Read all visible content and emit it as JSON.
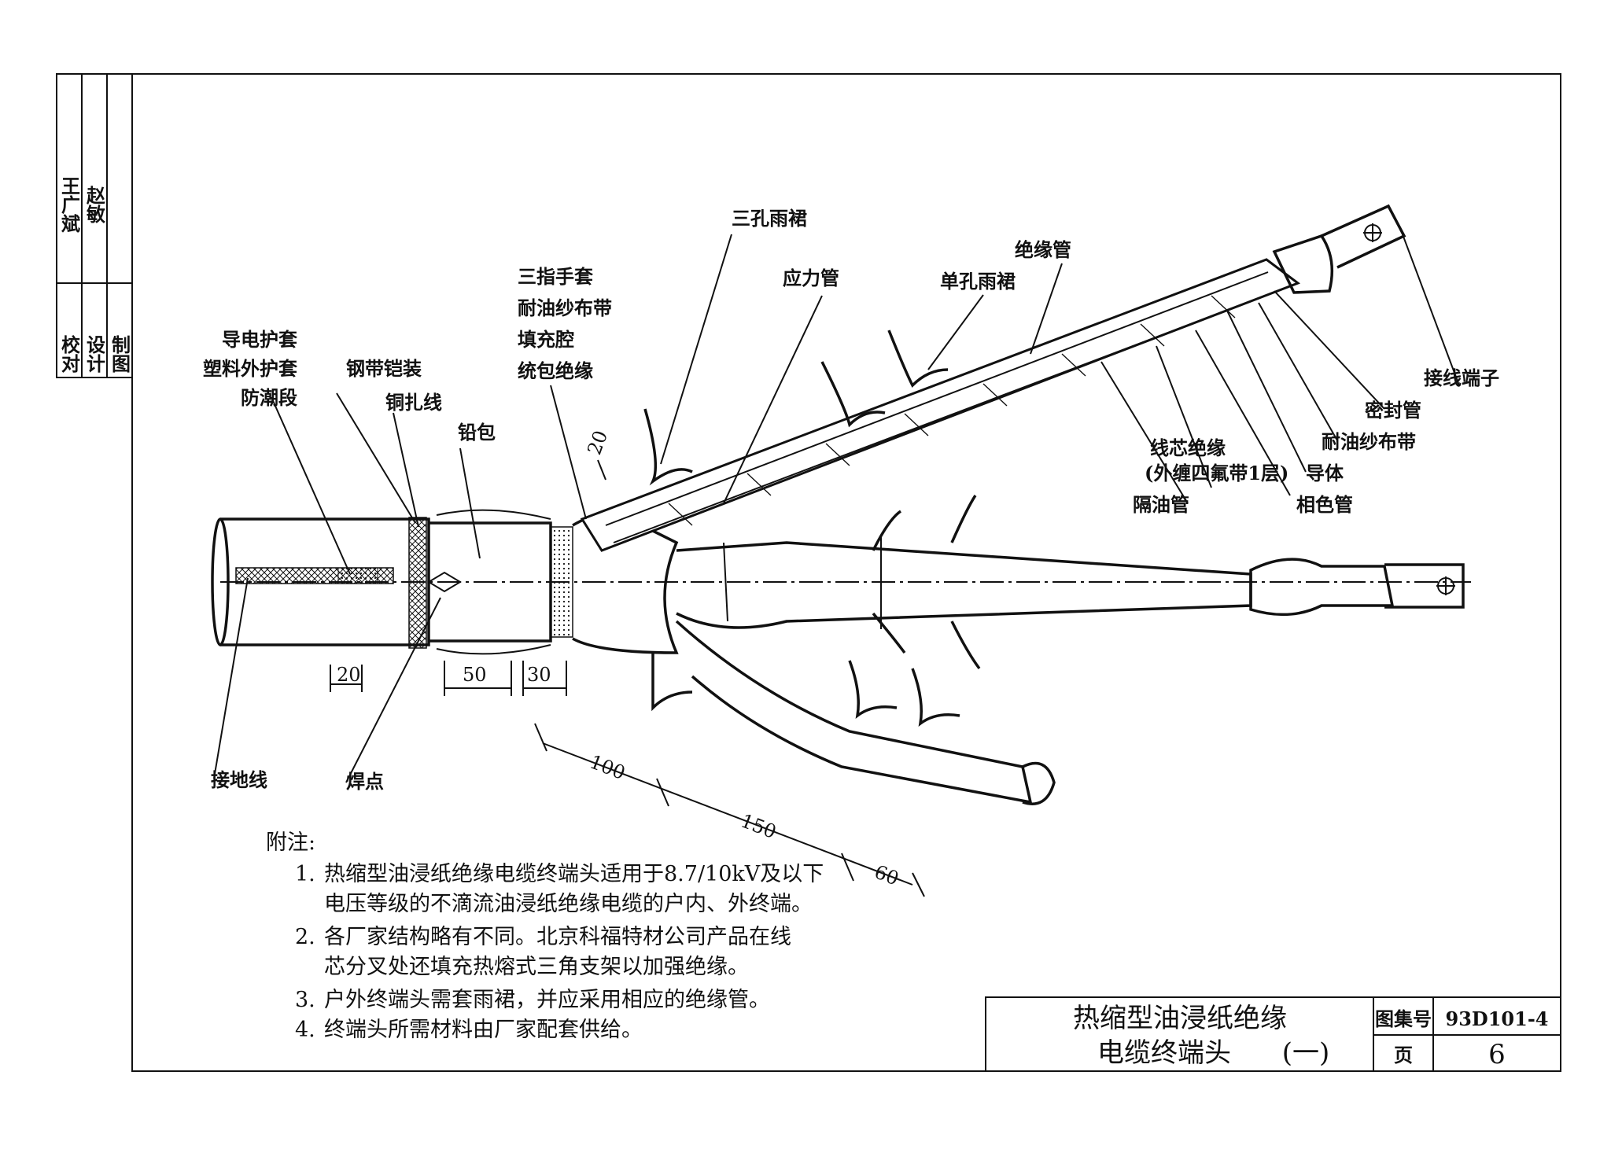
{
  "side_block": {
    "rows": [
      {
        "role": "校对",
        "name": "王广斌"
      },
      {
        "role": "设计",
        "name": "赵敏"
      },
      {
        "role": "制图",
        "name": ""
      }
    ]
  },
  "labels": {
    "daodian_hutao": "导电护套",
    "suliao_waihutao": "塑料外护套",
    "fangchao_duan": "防潮段",
    "gangdai_kaizhuang": "钢带铠装",
    "tongzhaxian": "铜扎线",
    "qianbao": "铅包",
    "sanzhi_shoutao": "三指手套",
    "naiyou_shabudai_1": "耐油纱布带",
    "tianchong_qiang": "填充腔",
    "tongbao_jueyuan": "统包绝缘",
    "sankong_yuqun": "三孔雨裙",
    "yingli_guan": "应力管",
    "dankong_yuqun": "单孔雨裙",
    "jueyuan_guan": "绝缘管",
    "jiexian_duanzi": "接线端子",
    "mifeng_guan": "密封管",
    "naiyou_shabudai_2": "耐油纱布带",
    "xianxin_jueyuan": "线芯绝缘",
    "waichan_sifu": "(外缠四氟带1层)",
    "daoti": "导体",
    "xiangse_guan": "相色管",
    "geyou_guan": "隔油管",
    "jiedi_xian": "接地线",
    "han_dian": "焊点"
  },
  "dimensions": {
    "d20_top": "20",
    "d20_bottom": "20",
    "d50": "50",
    "d30": "30",
    "d100": "100",
    "d150": "150",
    "d60": "60"
  },
  "notes": {
    "heading": "附注:",
    "items": [
      {
        "num": "1.",
        "lines": [
          "热缩型油浸纸绝缘电缆终端头适用于8.7/10kV及以下",
          "电压等级的不滴流油浸纸绝缘电缆的户内、外终端。"
        ]
      },
      {
        "num": "2.",
        "lines": [
          "各厂家结构略有不同。北京科福特材公司产品在线",
          "芯分叉处还填充热熔式三角支架以加强绝缘。"
        ]
      },
      {
        "num": "3.",
        "lines": [
          "户外终端头需套雨裙，并应采用相应的绝缘管。"
        ]
      },
      {
        "num": "4.",
        "lines": [
          "终端头所需材料由厂家配套供给。"
        ]
      }
    ]
  },
  "title_block": {
    "title_line1": "热缩型油浸纸绝缘",
    "title_line2": "电缆终端头",
    "title_suffix": "(一)",
    "atlas_label": "图集号",
    "atlas_no": "93D101-4",
    "page_label": "页",
    "page_no": "6"
  }
}
